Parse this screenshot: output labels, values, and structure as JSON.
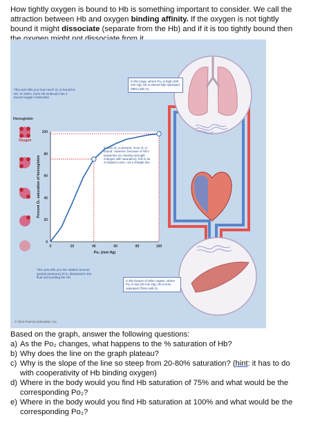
{
  "intro": {
    "part1": "How tightly oxygen is bound to Hb is something important to consider.  We call the attraction between Hb and oxygen ",
    "bold1": "binding affinity.",
    "part2": "  If the oxygen is not tightly bound it might ",
    "bold2": "dissociate",
    "part3": " (separate from the Hb) and if it is too tightly bound then the oxygen might not dissociate from it."
  },
  "figure": {
    "left_note": "This axis tells you how much O₂ is bound to Hb. At 100%, each Hb molecule has 4 bound oxygen molecules.",
    "hemoglobin_label": "Hemoglobin",
    "oxygen_label": "Oxygen",
    "lungs_callout": "In the lungs, where Pᴏ₂ is high (100 mm Hg), Hb is almost fully saturated (98%) with O₂.",
    "curve_callout": "If more O₂ is present, more O₂ is bound. However, because of Hb's properties (O₂ binding strength changes with saturation), this is an S-shaped curve, not a straight line.",
    "bottom_note": "This axis tells you the relative amount (partial pressure) of O₂ dissolved in the fluid surrounding the Hb.",
    "tissue_callout": "In the tissues of other organs, where Pᴏ₂ is low (40 mm Hg), Hb is less saturated (75%) with O₂.",
    "copyright": "© 2013 Pearson Education, Inc."
  },
  "chart_data": {
    "type": "line",
    "xlabel": "Pᴏ₂ (mm Hg)",
    "ylabel": "Percent O₂ saturation of hemoglobin",
    "xlim": [
      0,
      100
    ],
    "ylim": [
      0,
      100
    ],
    "x_ticks": [
      "0",
      "20",
      "40",
      "60",
      "80",
      "100"
    ],
    "y_ticks": [
      "0",
      "20",
      "40",
      "60",
      "80",
      "100"
    ],
    "series": [
      {
        "x": [
          0,
          10,
          20,
          30,
          40,
          50,
          60,
          70,
          80,
          90,
          100
        ],
        "y": [
          0,
          13,
          35,
          58,
          75,
          84,
          89,
          93,
          95,
          97,
          98
        ]
      }
    ],
    "reference_points": [
      {
        "x": 40,
        "y": 75
      },
      {
        "x": 100,
        "y": 98
      }
    ],
    "colors": {
      "curve": "#2a66b0",
      "reference": "#d6303c"
    }
  },
  "questions": {
    "intro": "Based on the graph, answer the following questions:",
    "items": [
      {
        "label": "a)",
        "text": "As the Pᴏ₂ changes, what happens to the % saturation of Hb?"
      },
      {
        "label": "b)",
        "text": "Why does the line on the graph plateau?"
      },
      {
        "label": "c)",
        "text_before": "Why is the slope of the line so steep from 20-80% saturation? (",
        "hint": "hint",
        "text_after": ": it has to do with cooperativity of Hb binding oxygen)"
      },
      {
        "label": "d)",
        "text": "Where in the body would you find Hb saturation of 75% and what would be the corresponding Pᴏ₂?"
      },
      {
        "label": "e)",
        "text": "Where in the body would you find Hb saturation at 100% and what would be the corresponding Pᴏ₂?"
      }
    ]
  }
}
